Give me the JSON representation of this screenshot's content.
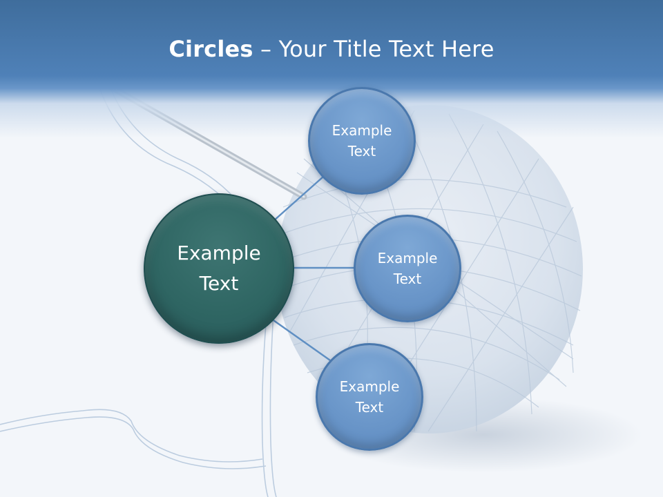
{
  "slide": {
    "title_bold": "Circles",
    "title_rest": " – Your Title Text Here",
    "main_circle": {
      "label": "Example\nText",
      "color": "#2f6663"
    },
    "circles": [
      {
        "label": "Example\nText",
        "color": "#6a96c9"
      },
      {
        "label": "Example\nText",
        "color": "#6a96c9"
      },
      {
        "label": "Example\nText",
        "color": "#6a96c9"
      }
    ]
  }
}
